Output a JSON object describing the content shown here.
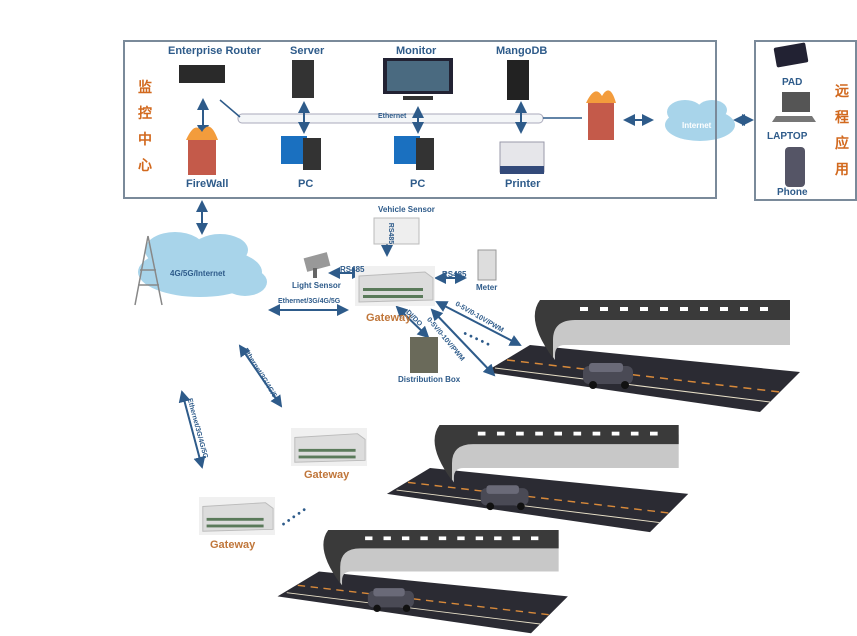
{
  "monitoring_center": {
    "title_cn": [
      "监",
      "控",
      "中",
      "心"
    ],
    "devices": {
      "router": "Enterprise Router",
      "server": "Server",
      "monitor": "Monitor",
      "database": "MangoDB",
      "firewall": "FireWall",
      "pc1": "PC",
      "pc2": "PC",
      "printer": "Printer"
    },
    "bus_label": "Ethernet"
  },
  "internet_label": "Internet",
  "remote_apps": {
    "title_cn": [
      "远",
      "程",
      "应",
      "用"
    ],
    "devices": [
      "PAD",
      "LAPTOP",
      "Phone"
    ]
  },
  "field": {
    "cloud_label": "4G/5G/Internet",
    "vehicle_sensor": "Vehicle Sensor",
    "light_sensor": "Light Sensor",
    "meter": "Meter",
    "distribution_box": "Distribution Box",
    "gateway": "Gateway",
    "links": {
      "rs485_vehicle": "RS485",
      "rs485_light": "RS485",
      "rs485_meter": "RS485",
      "gateway_uplink": "Ethernet/3G/4G/5G",
      "gateway2_uplink": "Ethernet/3G/4G/5G",
      "gateway3_uplink": "Ethernet/3G/4G/5G",
      "dido": "DI/DO",
      "analog1": "0-5V/0-10V/PWM",
      "analog2": "0-5V/0-10V/PWM",
      "ellipsis": "• • • • •"
    },
    "gateway2": "Gateway",
    "gateway3": "Gateway",
    "ellipsis2": "• • • • •"
  },
  "colors": {
    "accent": "#2e5b8a",
    "chinese_title": "#d2691e",
    "gateway_label": "#c0763a",
    "cloud": "#a8d4ea"
  }
}
